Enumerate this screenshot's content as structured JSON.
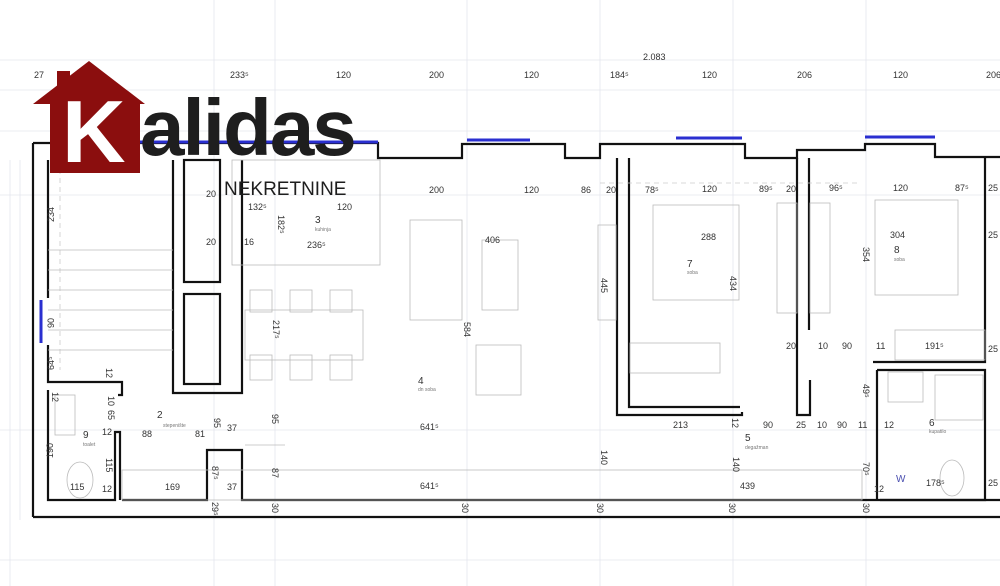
{
  "logo": {
    "letter": "K",
    "wordmark": "alidas",
    "tagline": "NEKRETNINE",
    "brand_color": "#8b0e0e",
    "text_color": "#1e1e1e"
  },
  "overall_dimension": "2.083",
  "top_dims": [
    "27",
    "233⁵",
    "120",
    "200",
    "120",
    "184⁵",
    "120",
    "206",
    "120",
    "206"
  ],
  "inner_dims": [
    "200",
    "120",
    "86",
    "20",
    "78⁵",
    "120",
    "89⁵",
    "20",
    "96⁵",
    "120",
    "87⁵",
    "25"
  ],
  "rooms": [
    {
      "number": "3",
      "name": "kuhinja"
    },
    {
      "number": "4",
      "name": "dn soba"
    },
    {
      "number": "7",
      "name": "soba"
    },
    {
      "number": "8",
      "name": "soba"
    },
    {
      "number": "2",
      "name": "stepenište"
    },
    {
      "number": "9",
      "name": "toalet"
    },
    {
      "number": "5",
      "name": "degažman"
    },
    {
      "number": "6",
      "name": "kupatilo"
    }
  ],
  "dims": [
    "20",
    "132⁵",
    "120",
    "182⁵",
    "20",
    "16",
    "236⁵",
    "406",
    "584",
    "217⁵",
    "641⁵",
    "641⁵",
    "288",
    "434",
    "445",
    "304",
    "354",
    "234",
    "90",
    "64⁵",
    "12",
    "12",
    "10",
    "65",
    "12",
    "190",
    "115",
    "115",
    "12",
    "88",
    "81",
    "95",
    "37",
    "95",
    "169",
    "87⁵",
    "37",
    "87",
    "29⁵",
    "30",
    "30",
    "213",
    "12",
    "90",
    "25",
    "10",
    "90",
    "11",
    "12",
    "20",
    "10",
    "90",
    "11",
    "191⁵",
    "49⁵",
    "140",
    "140",
    "439",
    "178⁵",
    "70⁵",
    "12",
    "30",
    "30",
    "30",
    "25",
    "25",
    "25",
    "W"
  ],
  "colors": {
    "wall": "#111111",
    "window": "#2a2fd0",
    "dimension_point": "#8a8fc0"
  }
}
